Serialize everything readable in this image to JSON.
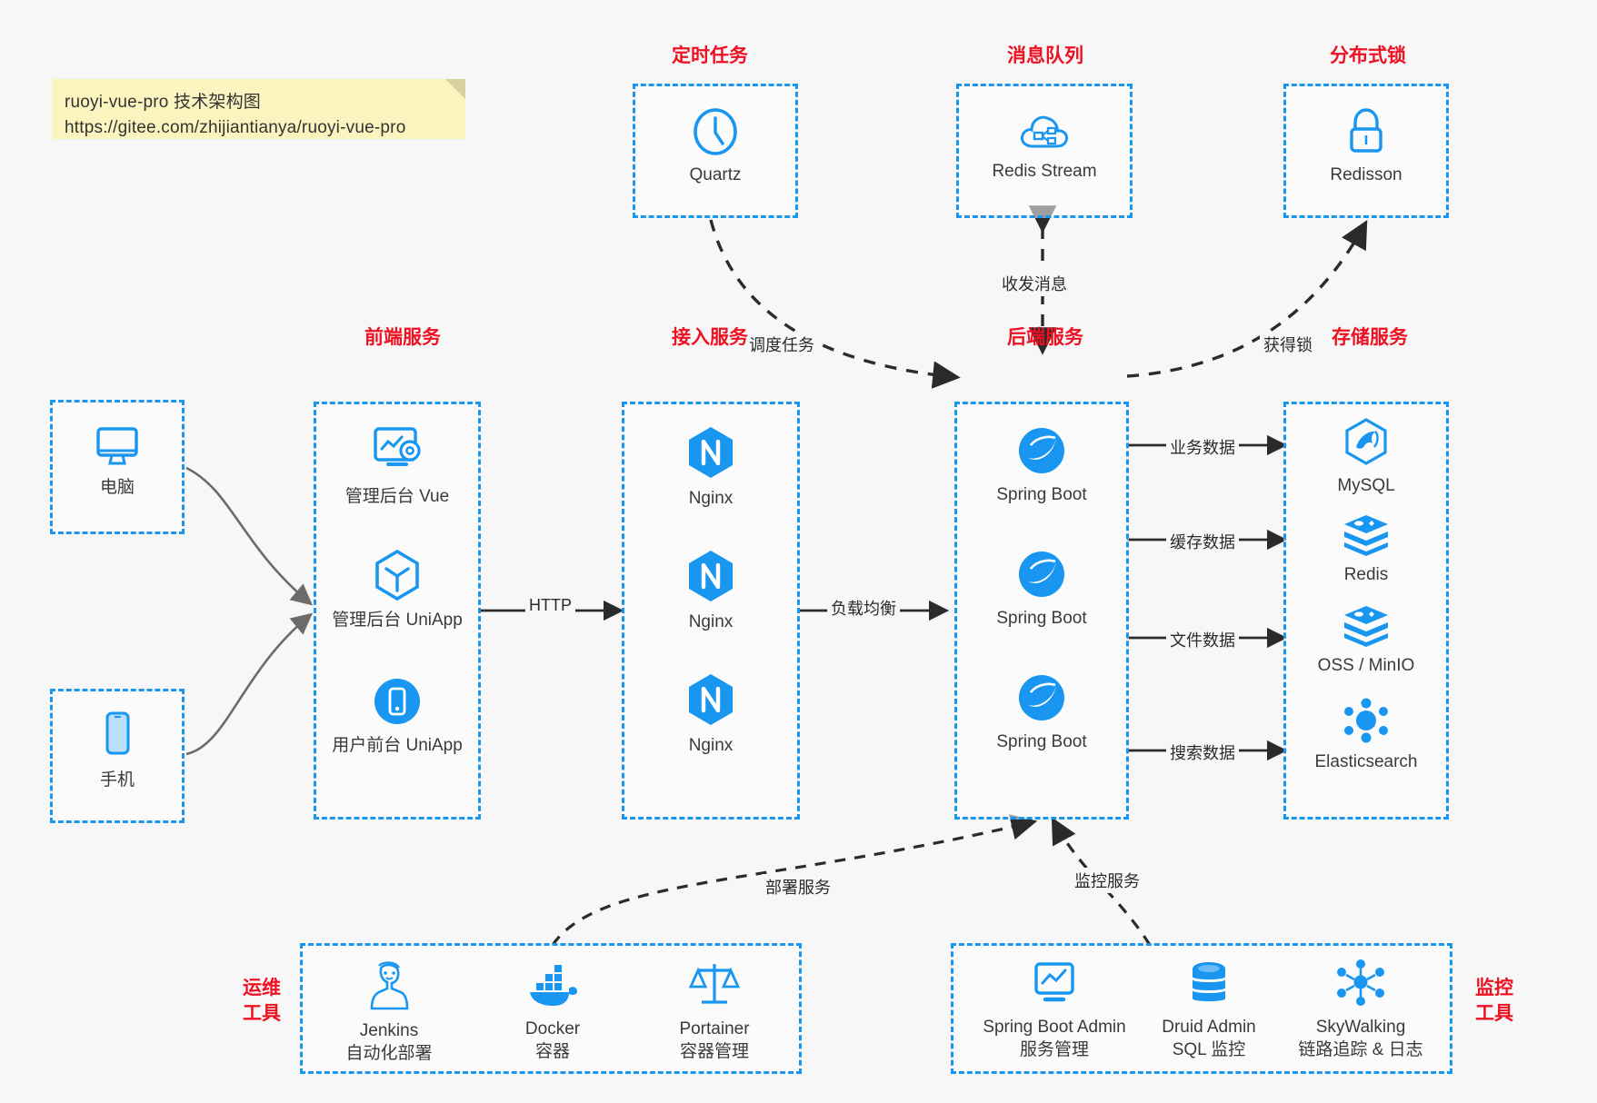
{
  "note": {
    "line1": "ruoyi-vue-pro 技术架构图",
    "line2": "https://gitee.com/zhijiantianya/ruoyi-vue-pro"
  },
  "colors": {
    "accent": "#1996f0",
    "title_red": "#ee1122",
    "background": "#f7f7f7",
    "note_bg": "#fbf4bf",
    "arrow": "#2b2b2b",
    "client_arrow": "#6b6b6b"
  },
  "groups": {
    "scheduled_task": {
      "title": "定时任务",
      "items": [
        {
          "label": "Quartz",
          "icon": "clock-icon"
        }
      ]
    },
    "message_queue": {
      "title": "消息队列",
      "items": [
        {
          "label": "Redis Stream",
          "icon": "cloud-stream-icon"
        }
      ]
    },
    "distributed_lock": {
      "title": "分布式锁",
      "items": [
        {
          "label": "Redisson",
          "icon": "lock-icon"
        }
      ]
    },
    "clients": {
      "items": [
        {
          "label": "电脑",
          "icon": "desktop-icon"
        },
        {
          "label": "手机",
          "icon": "mobile-icon"
        }
      ]
    },
    "frontend": {
      "title": "前端服务",
      "items": [
        {
          "label": "管理后台 Vue",
          "icon": "dashboard-settings-icon"
        },
        {
          "label": "管理后台 UniApp",
          "icon": "cube-icon"
        },
        {
          "label": "用户前台 UniApp",
          "icon": "phone-app-icon"
        }
      ]
    },
    "gateway": {
      "title": "接入服务",
      "items": [
        {
          "label": "Nginx",
          "icon": "nginx-icon"
        },
        {
          "label": "Nginx",
          "icon": "nginx-icon"
        },
        {
          "label": "Nginx",
          "icon": "nginx-icon"
        }
      ]
    },
    "backend": {
      "title": "后端服务",
      "items": [
        {
          "label": "Spring Boot",
          "icon": "spring-boot-icon"
        },
        {
          "label": "Spring Boot",
          "icon": "spring-boot-icon"
        },
        {
          "label": "Spring Boot",
          "icon": "spring-boot-icon"
        }
      ]
    },
    "storage": {
      "title": "存储服务",
      "items": [
        {
          "label": "MySQL",
          "icon": "mysql-icon"
        },
        {
          "label": "Redis",
          "icon": "redis-icon"
        },
        {
          "label": "OSS / MinIO",
          "icon": "redis-icon"
        },
        {
          "label": "Elasticsearch",
          "icon": "elasticsearch-icon"
        }
      ]
    },
    "devops": {
      "title_line1": "运维",
      "title_line2": "工具",
      "items": [
        {
          "label": "Jenkins",
          "sub": "自动化部署",
          "icon": "jenkins-icon"
        },
        {
          "label": "Docker",
          "sub": "容器",
          "icon": "docker-icon"
        },
        {
          "label": "Portainer",
          "sub": "容器管理",
          "icon": "portainer-icon"
        }
      ]
    },
    "monitor": {
      "title_line1": "监控",
      "title_line2": "工具",
      "items": [
        {
          "label": "Spring Boot Admin",
          "sub": "服务管理",
          "icon": "monitor-dashboard-icon"
        },
        {
          "label": "Druid Admin",
          "sub": "SQL 监控",
          "icon": "database-stack-icon"
        },
        {
          "label": "SkyWalking",
          "sub": "链路追踪 & 日志",
          "icon": "skywalking-icon"
        }
      ]
    }
  },
  "edges": [
    {
      "label": "调度任务",
      "from": "scheduled_task",
      "to": "backend"
    },
    {
      "label": "收发消息",
      "from": "message_queue",
      "to": "backend"
    },
    {
      "label": "获得锁",
      "from": "backend",
      "to": "distributed_lock"
    },
    {
      "label": "HTTP",
      "from": "frontend",
      "to": "gateway"
    },
    {
      "label": "负载均衡",
      "from": "gateway",
      "to": "backend"
    },
    {
      "label": "业务数据",
      "from": "backend",
      "to": "storage"
    },
    {
      "label": "缓存数据",
      "from": "backend",
      "to": "storage"
    },
    {
      "label": "文件数据",
      "from": "backend",
      "to": "storage"
    },
    {
      "label": "搜索数据",
      "from": "backend",
      "to": "storage"
    },
    {
      "label": "部署服务",
      "from": "devops",
      "to": "backend"
    },
    {
      "label": "监控服务",
      "from": "monitor",
      "to": "backend"
    }
  ]
}
